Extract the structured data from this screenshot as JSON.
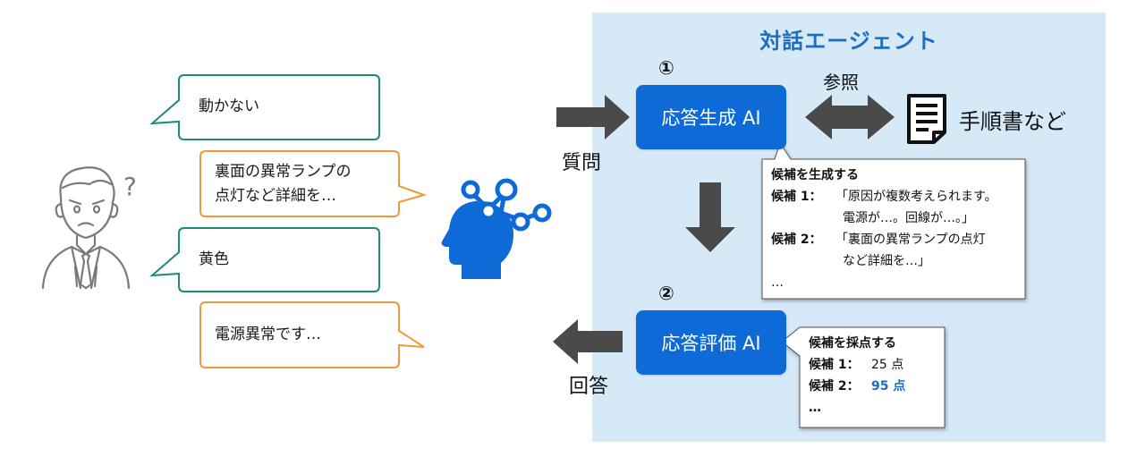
{
  "agent_panel": {
    "title": "対話エージェント"
  },
  "conversation": [
    {
      "text": "動かない",
      "speaker": "user"
    },
    {
      "text": "裏面の異常ランプの\n点灯など詳細を…",
      "speaker": "agent"
    },
    {
      "text": "黄色",
      "speaker": "user"
    },
    {
      "text": "電源異常です…",
      "speaker": "agent"
    }
  ],
  "user_mark": "?",
  "step1": {
    "number": "①",
    "label": "応答生成 AI"
  },
  "step2": {
    "number": "②",
    "label": "応答評価 AI"
  },
  "reference": {
    "label": "参照",
    "target": "手順書など"
  },
  "question_label": "質問",
  "answer_label": "回答",
  "generation_note": {
    "heading": "候補を生成する",
    "c1_key": "候補 1：",
    "c1_line1": "「原因が複数考えられます。",
    "c1_line2": "電源が…。回線が…。」",
    "c2_key": "候補 2：",
    "c2_line1": "「裏面の異常ランプの点灯",
    "c2_line2": "など詳細を…」",
    "more": "…"
  },
  "evaluation_note": {
    "heading": "候補を採点する",
    "c1_key": "候補 1：",
    "c1_score": "25 点",
    "c2_key": "候補 2：",
    "c2_score": "95 点",
    "more": "…"
  },
  "colors": {
    "user_bubble": "#1f8a7a",
    "agent_bubble": "#ee9a3a",
    "ai_box": "#0d6ad6",
    "panel_bg": "#d6e9f7",
    "accent_text": "#1b6ec2",
    "arrow": "#4a4a4a"
  },
  "icons": {
    "user": "confused-user-icon",
    "ai": "ai-head-icon",
    "document": "document-icon"
  }
}
